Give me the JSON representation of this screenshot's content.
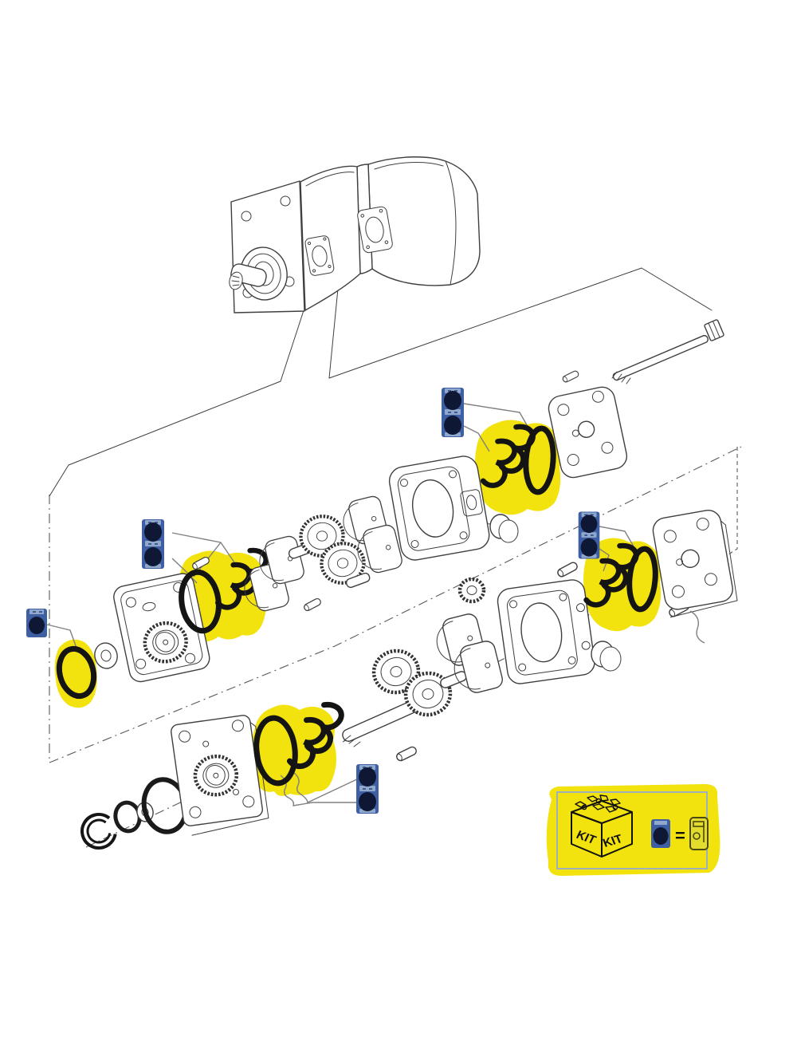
{
  "colors": {
    "background": "#ffffff",
    "highlight_yellow": "#F2E20D",
    "plug_navy_fill": "#0E1733",
    "plug_navy_border": "#3E5FA3",
    "plug_navy_stripe": "#8FA8CC",
    "line_dark": "#3f3f3f",
    "line_light": "#808080",
    "legend_border": "#9FB0BC",
    "legend_part_fill": "#E3DC2E",
    "seal_black": "#141414"
  },
  "legend": {
    "kit_label_left": "KIT",
    "kit_label_right": "KIT",
    "equals_sign": "=",
    "meaning": "dark-plug-symbol equals kit-part-symbol"
  },
  "diagram": {
    "type": "exploded-parts-diagram",
    "subject": "tandem-hydraulic-gear-pump",
    "assembled_view": [
      "front-mounting-flange",
      "splined-drive-shaft",
      "front-pump-body",
      "center-collar",
      "rear-pump-body",
      "port-face-1",
      "port-face-2"
    ],
    "highlight_groups": [
      {
        "name": "front-shaft-o-ring",
        "contents": [
          "o-ring"
        ],
        "linked_plugs": 1
      },
      {
        "name": "front-section-seal-kit",
        "contents": [
          "o-ring",
          "backup-ring",
          "backup-ring"
        ],
        "linked_plugs": 2
      },
      {
        "name": "upper-section-seal-kit",
        "contents": [
          "backup-ring",
          "backup-ring",
          "o-ring"
        ],
        "linked_plugs": 2
      },
      {
        "name": "rear-section-seal-kit",
        "contents": [
          "backup-ring",
          "backup-ring",
          "o-ring"
        ],
        "linked_plugs": 2
      },
      {
        "name": "bottom-section-seal-kit",
        "contents": [
          "o-ring",
          "backup-ring",
          "backup-ring"
        ],
        "linked_plugs": 2
      }
    ],
    "line_art_parts": [
      "snap-ring",
      "shaft-seal",
      "body-o-ring",
      "mounting-flange-plate",
      "front-flange-body",
      "coupling-bushing",
      "bearing-blocks",
      "gear-pair",
      "drive-gear-shaft",
      "driven-gear",
      "pump-body-front",
      "pump-body-rear",
      "cup-plug",
      "dowel-pin",
      "end-cover-plate",
      "rear-cover-plate",
      "through-bolt"
    ]
  },
  "icons": [
    "kit-cube-icon",
    "navy-plug-icon",
    "kit-part-icon",
    "o-ring-icon",
    "backup-ring-icon"
  ]
}
